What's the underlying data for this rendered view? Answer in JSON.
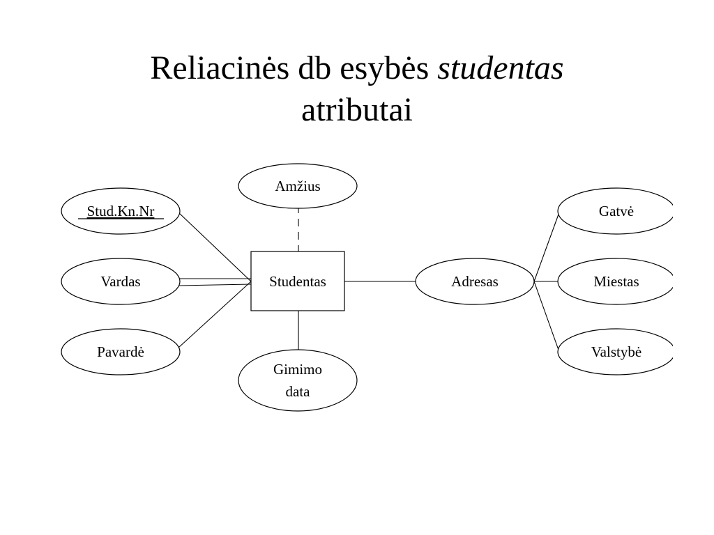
{
  "title": {
    "line1_prefix": "Reliacinės db esybės ",
    "line1_italic": "studentas",
    "line2": "atributai"
  },
  "diagram": {
    "entity": "Studentas",
    "attributes": {
      "key": "Stud.Kn.Nr",
      "first_name": "Vardas",
      "last_name": "Pavardė",
      "age": "Amžius",
      "birth_date_line1": "Gimimo",
      "birth_date_line2": "data",
      "address": "Adresas",
      "street": "Gatvė",
      "city": "Miestas",
      "state": "Valstybė"
    }
  }
}
